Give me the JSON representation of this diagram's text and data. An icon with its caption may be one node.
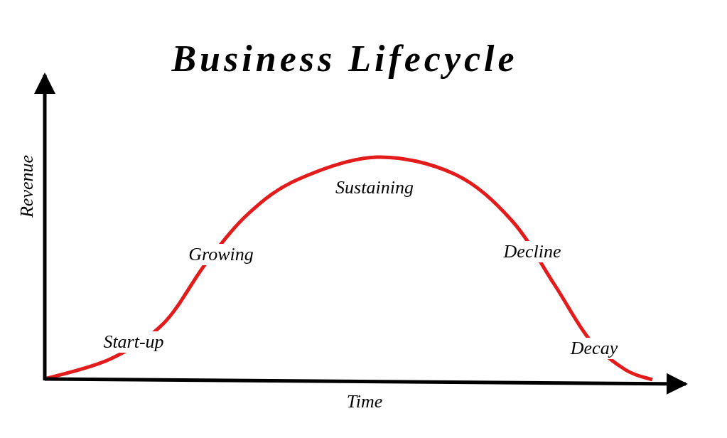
{
  "diagram": {
    "title": "Business Lifecycle",
    "labels": [
      "Revenue",
      "Sustaining",
      "Growing",
      "Decline",
      "Start-up",
      "Decay",
      "Time"
    ]
  }
}
